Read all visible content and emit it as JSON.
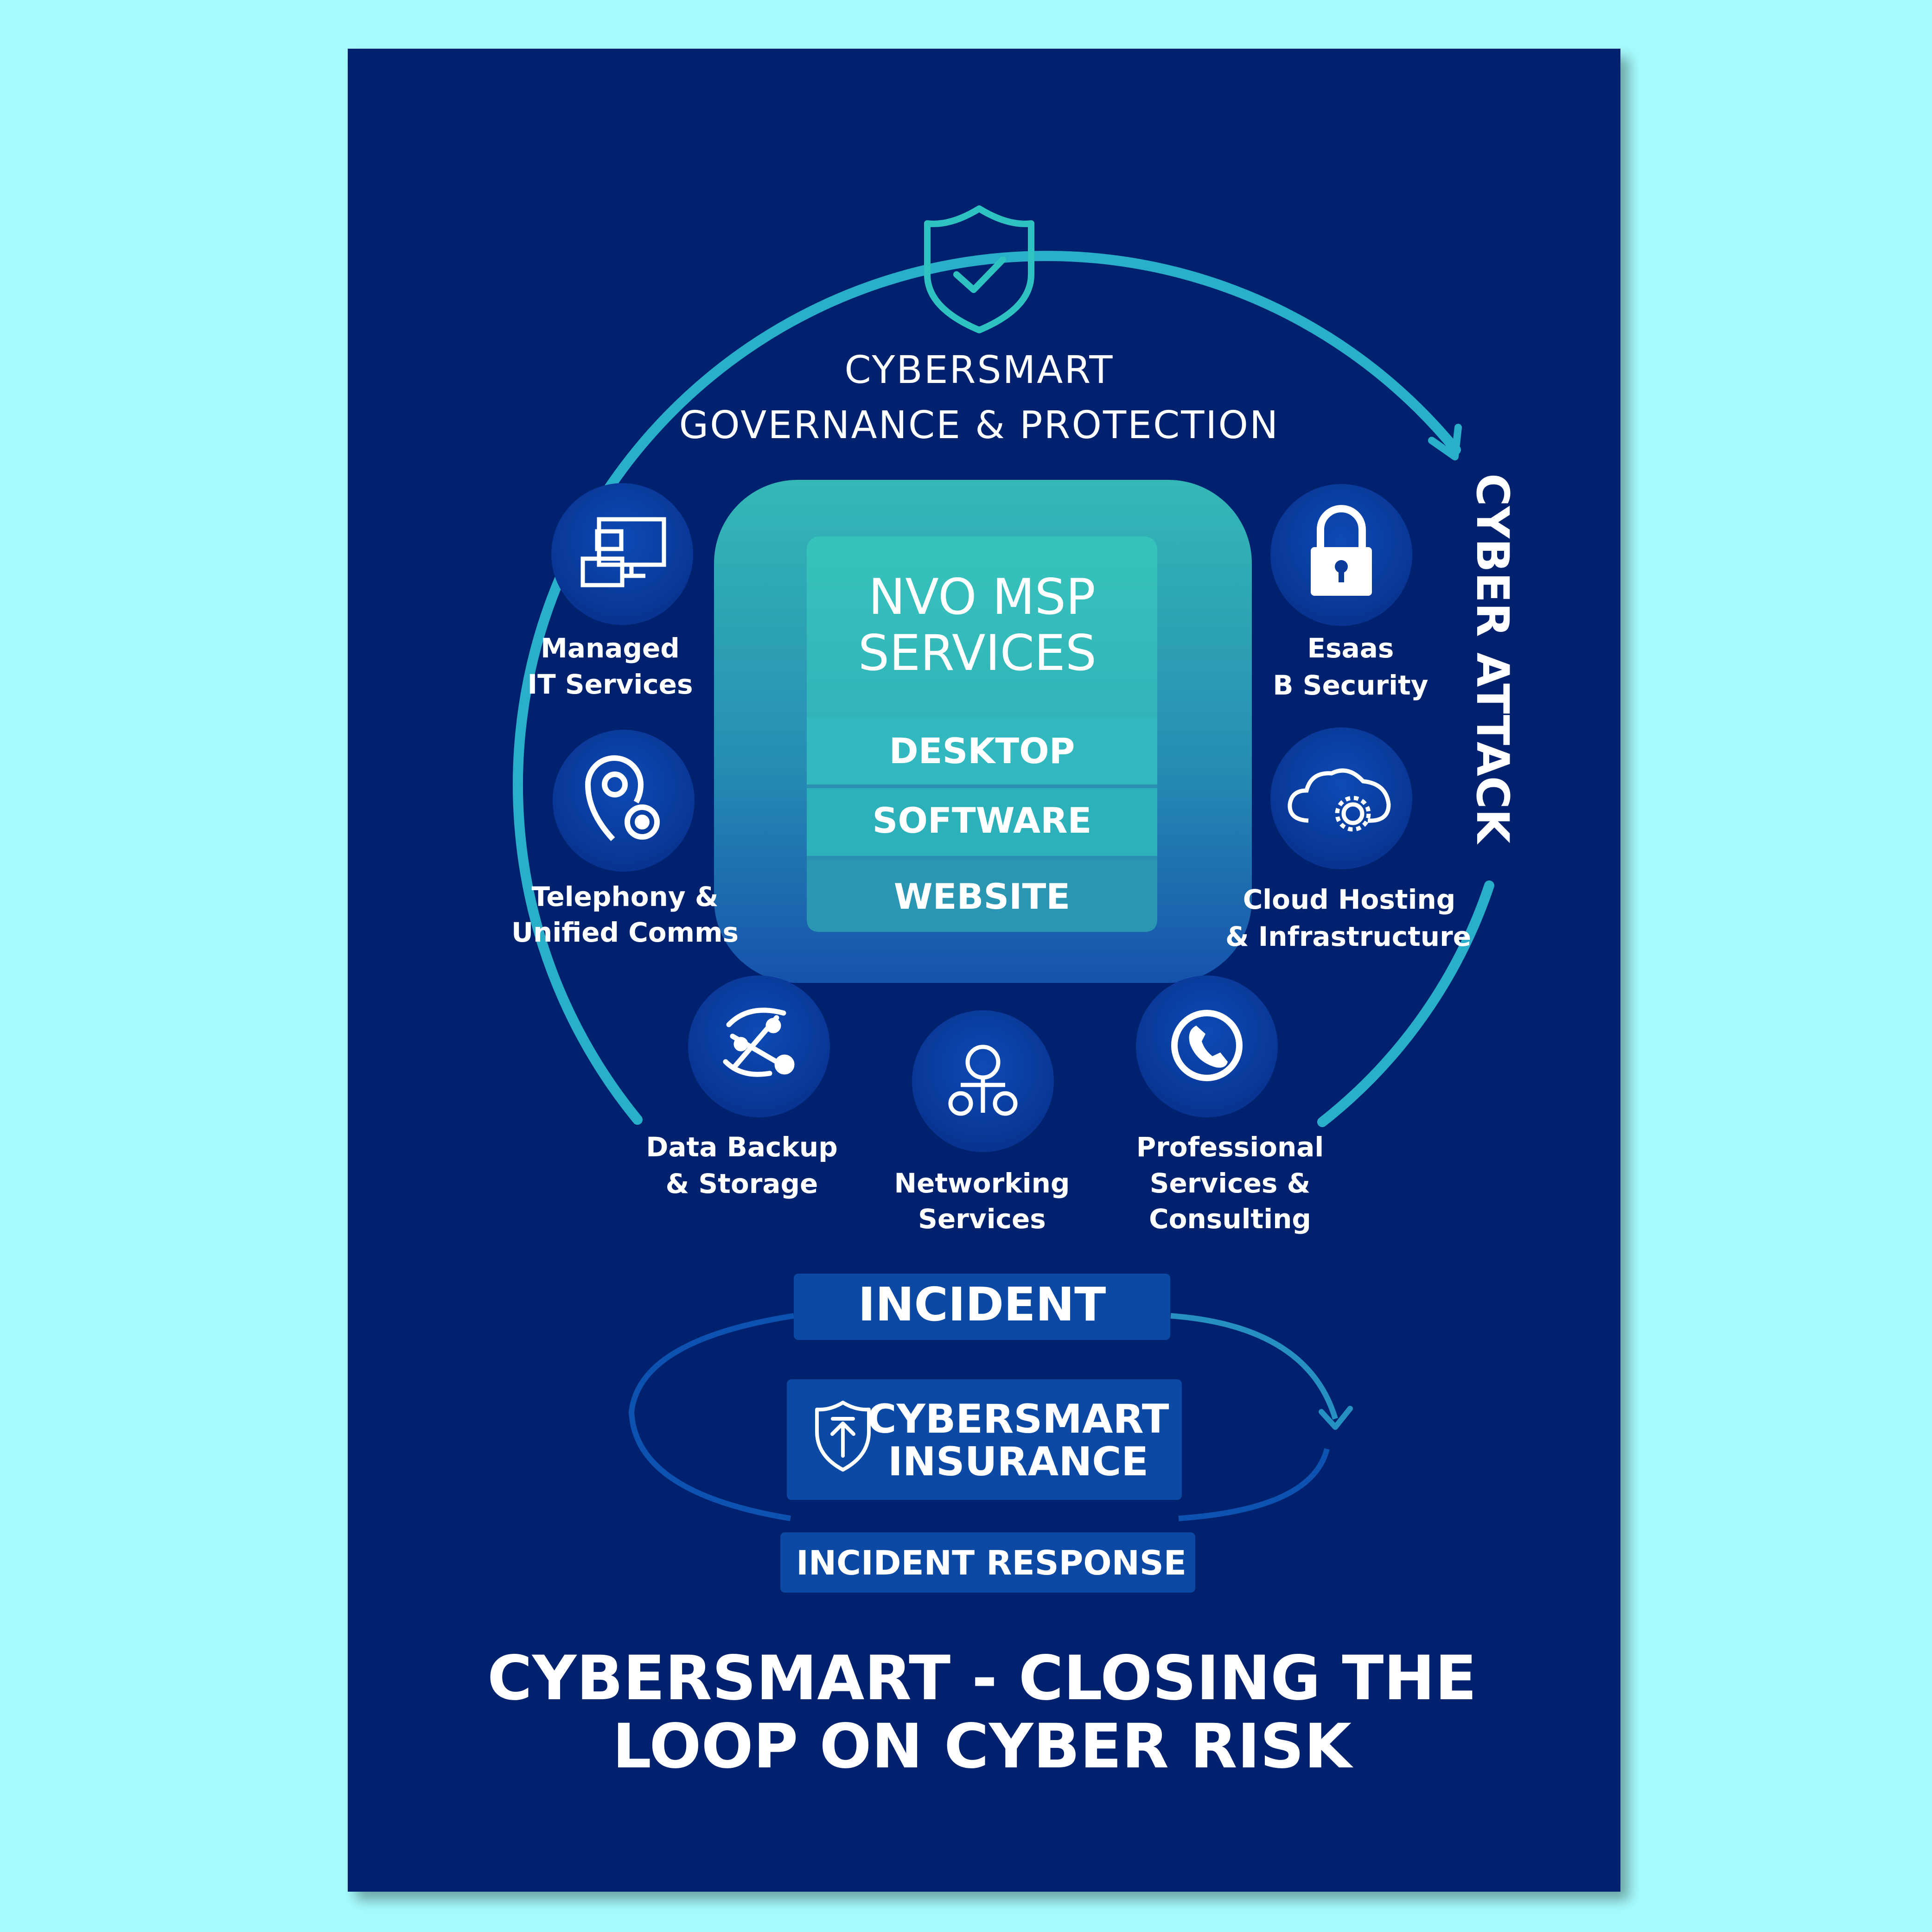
{
  "governance": {
    "line1": "CYBERSMART",
    "line2": "GOVERNANCE & PROTECTION"
  },
  "cyber_attack": "CYBER ATTACK",
  "core": {
    "title_line1": "NVO MSP",
    "title_line2": "SERVICES",
    "layers": [
      "DESKTOP",
      "SOFTWARE",
      "WEBSITE"
    ]
  },
  "services": [
    {
      "icon": "monitors-icon",
      "line1": "Managed",
      "line2": "IT Services"
    },
    {
      "icon": "telephony-icon",
      "line1": "Telephony &",
      "line2": "Unified Comms"
    },
    {
      "icon": "data-backup-icon",
      "line1": "Data Backup",
      "line2": "& Storage"
    },
    {
      "icon": "network-icon",
      "line1": "Networking",
      "line2": "Services"
    },
    {
      "icon": "phone-icon",
      "line1": "Professional",
      "line2": "Services &",
      "line3": "Consulting"
    },
    {
      "icon": "cloud-gear-icon",
      "line1": "Cloud Hosting",
      "line2": "& Infrastructure"
    },
    {
      "icon": "padlock-icon",
      "line1": "Esaas",
      "line2": "B Security"
    }
  ],
  "incident": {
    "label": "INCIDENT",
    "response_label": "INCIDENT RESPONSE"
  },
  "insurance": {
    "line1": "CYBERSMART",
    "line2": "INSURANCE"
  },
  "footer": {
    "line1": "CYBERSMART - CLOSING THE",
    "line2": "LOOP ON CYBER RISK"
  },
  "colors": {
    "background": "#a6fcfd",
    "poster": "#05246e",
    "ring": "#29afc9",
    "icon_circle": "#0a3a9a",
    "core_top": "#33b7b5",
    "core_bottom": "#185bb0",
    "box": "#0b49a4"
  }
}
